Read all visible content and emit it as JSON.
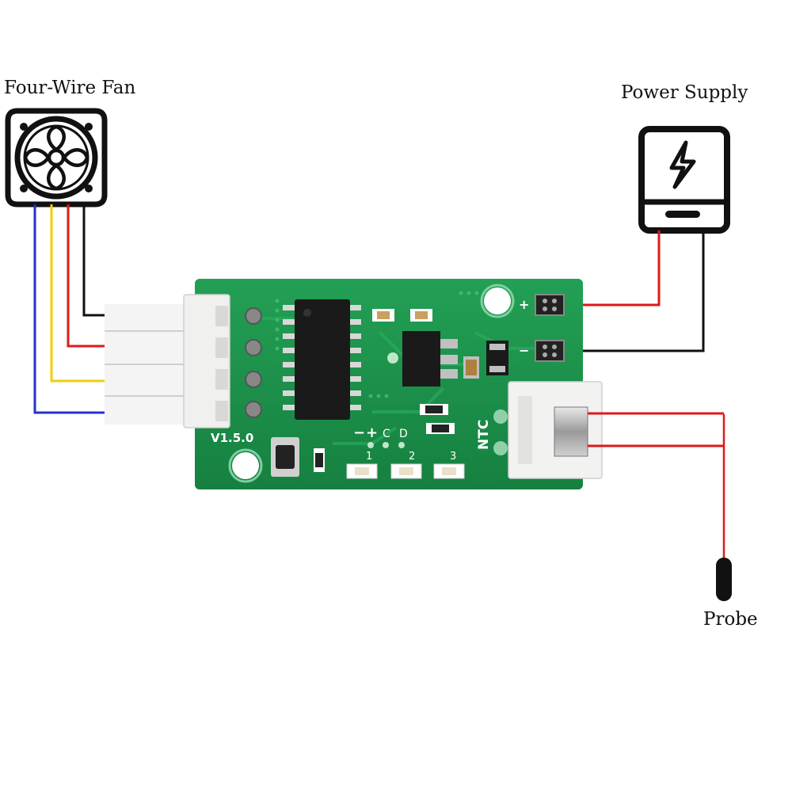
{
  "labels": {
    "fan": "Four-Wire Fan",
    "power": "Power Supply",
    "probe": "Probe"
  },
  "board": {
    "version": "V1.5.0",
    "ntc": "NTC",
    "pin_minus": "−",
    "pin_plus": "+",
    "pin_c": "C",
    "pin_d": "D",
    "led_1": "1",
    "led_2": "2",
    "led_3": "3",
    "pwr_plus": "+",
    "pwr_minus": "−"
  },
  "icons": {
    "fan": "fan-icon",
    "power": "lightning-bolt-icon",
    "probe": "temperature-probe-icon"
  },
  "colors": {
    "pcb": "#1f8a4c",
    "wire_blue": "#2233cc",
    "wire_yellow": "#f2cc10",
    "wire_red": "#dd1a1a",
    "wire_black": "#111111"
  }
}
